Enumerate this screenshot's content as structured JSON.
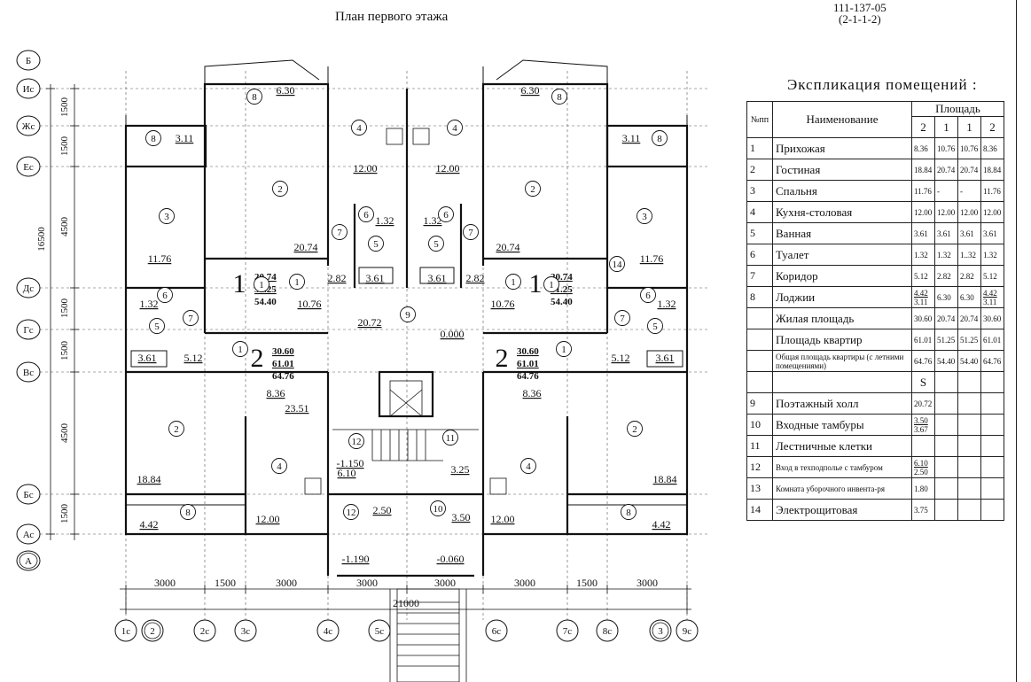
{
  "sheet": {
    "title": "План первого этажа",
    "code_line1": "111-137-05",
    "code_line2": "(2-1-1-2)"
  },
  "axes": {
    "left": [
      "Б",
      "Ис",
      "Жс",
      "Ес",
      "Дс",
      "Гс",
      "Вс",
      "Бс",
      "Ас",
      "А"
    ],
    "bottom": [
      "1с",
      "2",
      "2с",
      "3с",
      "4с",
      "5с",
      "6с",
      "7с",
      "8с",
      "3",
      "9с"
    ],
    "left_dims": [
      "1500",
      "1500",
      "4500",
      "1500",
      "1500",
      "4500",
      "1500"
    ],
    "left_total": "16500",
    "bottom_dims": [
      "3000",
      "1500",
      "3000",
      "3000",
      "3000",
      "3000",
      "1500",
      "3000"
    ],
    "bottom_total": "21000"
  },
  "plan_labels": {
    "apt1_left": {
      "num": "1",
      "a": "20.74",
      "b": "51.25",
      "c": "54.40"
    },
    "apt1_right": {
      "num": "1",
      "a": "20.74",
      "b": "51.25",
      "c": "54.40"
    },
    "apt2_left": {
      "num": "2",
      "a": "30.60",
      "b": "61.01",
      "c": "64.76"
    },
    "apt2_right": {
      "num": "2",
      "a": "30.60",
      "b": "61.01",
      "c": "64.76"
    },
    "areas": [
      "6.30",
      "6.30",
      "3.11",
      "3.11",
      "12.00",
      "12.00",
      "20.74",
      "20.74",
      "11.76",
      "11.76",
      "1.32",
      "1.32",
      "1.32",
      "1.32",
      "2.82",
      "2.82",
      "3.61",
      "3.61",
      "3.61",
      "3.61",
      "10.76",
      "10.76",
      "20.72",
      "0.000",
      "5.12",
      "5.12",
      "8.36",
      "8.36",
      "23.51",
      "18.84",
      "18.84",
      "-1.150",
      "6.10",
      "3.25",
      "4.42",
      "4.42",
      "12.00",
      "12.00",
      "2.50",
      "3.50",
      "-1.190",
      "-0.060"
    ],
    "room_nums": [
      "8",
      "8",
      "8",
      "8",
      "4",
      "4",
      "2",
      "2",
      "3",
      "3",
      "6",
      "6",
      "7",
      "7",
      "5",
      "5",
      "1",
      "1",
      "1",
      "1",
      "6",
      "6",
      "7",
      "7",
      "5",
      "5",
      "9",
      "14",
      "2",
      "2",
      "4",
      "4",
      "12",
      "11",
      "12",
      "10",
      "8",
      "8",
      "1",
      "1"
    ]
  },
  "explication": {
    "title": "Экспликация помещений :",
    "col_no": "№пп",
    "col_name": "Наименование",
    "col_area": "Площадь",
    "apt_cols": [
      "2",
      "1",
      "1",
      "2"
    ],
    "rows": [
      {
        "no": "1",
        "name": "Прихожая",
        "v": [
          "8.36",
          "10.76",
          "10.76",
          "8.36"
        ]
      },
      {
        "no": "2",
        "name": "Гостиная",
        "v": [
          "18.84",
          "20.74",
          "20.74",
          "18.84"
        ]
      },
      {
        "no": "3",
        "name": "Спальня",
        "v": [
          "11.76",
          "-",
          "-",
          "11.76"
        ]
      },
      {
        "no": "4",
        "name": "Кухня-столовая",
        "v": [
          "12.00",
          "12.00",
          "12.00",
          "12.00"
        ]
      },
      {
        "no": "5",
        "name": "Ванная",
        "v": [
          "3.61",
          "3.61",
          "3.61",
          "3.61"
        ]
      },
      {
        "no": "6",
        "name": "Туалет",
        "v": [
          "1.32",
          "1.32",
          "1..32",
          "1.32"
        ]
      },
      {
        "no": "7",
        "name": "Коридор",
        "v": [
          "5.12",
          "2.82",
          "2.82",
          "5.12"
        ]
      },
      {
        "no": "8",
        "name": "Лоджии",
        "v": [
          "4.42 / 3.11",
          "6.30",
          "6.30",
          "4.42 / 3.11"
        ]
      },
      {
        "no": "",
        "name": "Жилая площадь",
        "v": [
          "30.60",
          "20.74",
          "20.74",
          "30.60"
        ]
      },
      {
        "no": "",
        "name": "Площадь квартир",
        "v": [
          "61.01",
          "51.25",
          "51.25",
          "61.01"
        ]
      },
      {
        "no": "",
        "name": "Общая площадь квартиры (с летними помещениями)",
        "v": [
          "64.76",
          "54.40",
          "54.40",
          "64.76"
        ]
      }
    ],
    "s_label": "S",
    "common_rows": [
      {
        "no": "9",
        "name": "Поэтажный холл",
        "v": "20.72"
      },
      {
        "no": "10",
        "name": "Входные тамбуры",
        "v": "3.50 / 3.67"
      },
      {
        "no": "11",
        "name": "Лестничные клетки",
        "v": ""
      },
      {
        "no": "12",
        "name": "Вход в техподполье с тамбуром",
        "v": "6.10 / 2.50"
      },
      {
        "no": "13",
        "name": "Комната уборочного инвента-ря",
        "v": "1.80"
      },
      {
        "no": "14",
        "name": "Электрощитовая",
        "v": "3.75"
      }
    ]
  }
}
